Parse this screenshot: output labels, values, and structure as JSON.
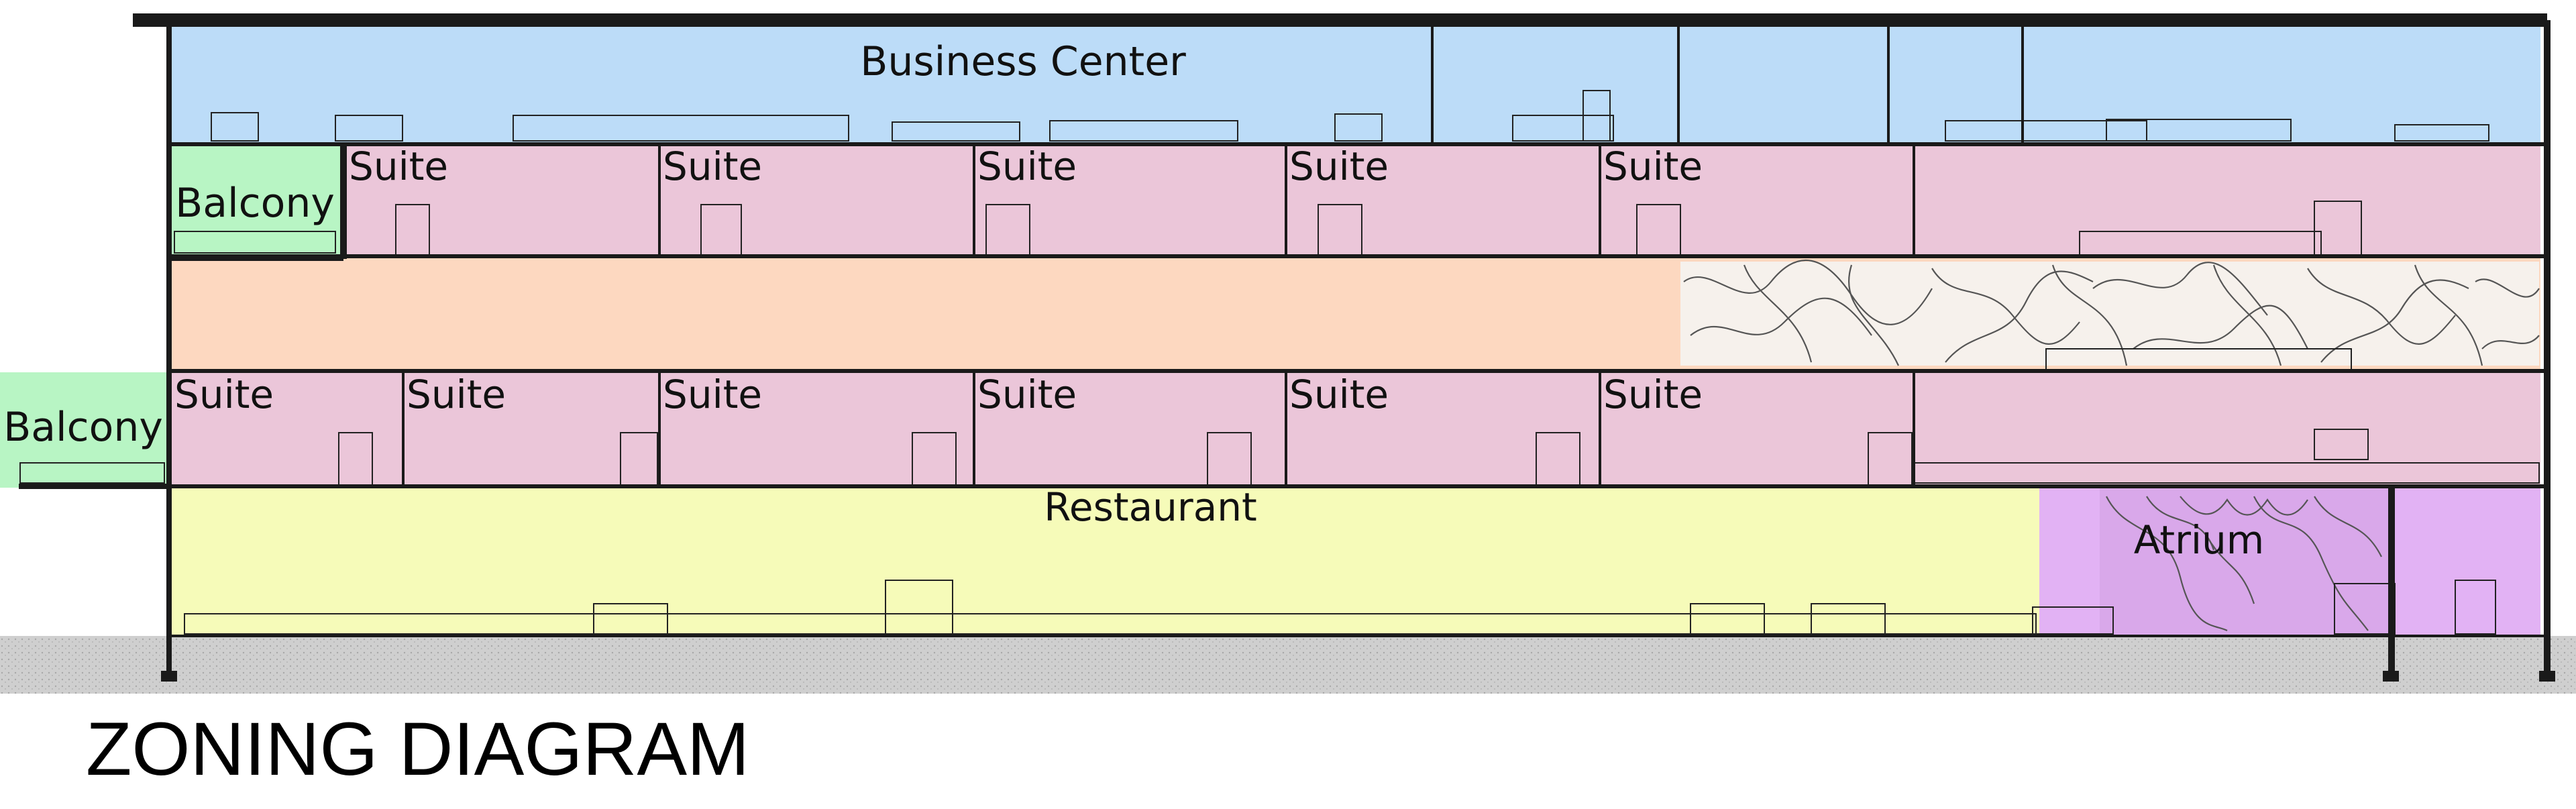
{
  "title": "ZONING DIAGRAM",
  "zones": {
    "business_center": "Business Center",
    "balcony_upper": "Balcony",
    "balcony_lower": "Balcony",
    "suites_upper": [
      "Suite",
      "Suite",
      "Suite",
      "Suite",
      "Suite"
    ],
    "suites_lower": [
      "Suite",
      "Suite",
      "Suite",
      "Suite",
      "Suite",
      "Suite"
    ],
    "restaurant": "Restaurant",
    "atrium": "Atrium"
  },
  "colors": {
    "business_center": "#bcdcf8",
    "suite": "#ebc6d9",
    "balcony": "#b8f5c4",
    "corridor": "#fdd8c0",
    "restaurant": "#f6fbb9",
    "atrium": "#e2b2f4",
    "ground": "#cfcfcf",
    "line": "#1a1a1a"
  }
}
